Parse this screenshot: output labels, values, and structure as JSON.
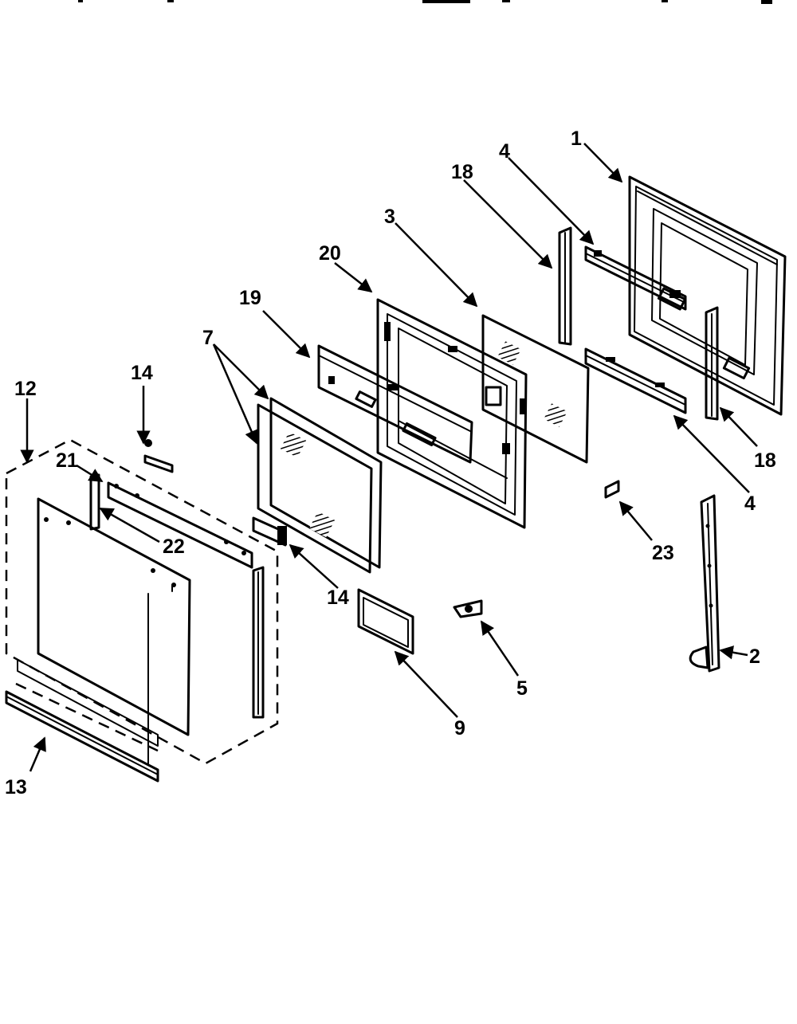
{
  "diagram": {
    "callouts": {
      "c1": "1",
      "c2": "2",
      "c3": "3",
      "c4a": "4",
      "c4b": "4",
      "c5": "5",
      "c7": "7",
      "c9": "9",
      "c12": "12",
      "c13": "13",
      "c14a": "14",
      "c14b": "14",
      "c18a": "18",
      "c18b": "18",
      "c19": "19",
      "c20": "20",
      "c21": "21",
      "c22": "22",
      "c23": "23"
    }
  }
}
